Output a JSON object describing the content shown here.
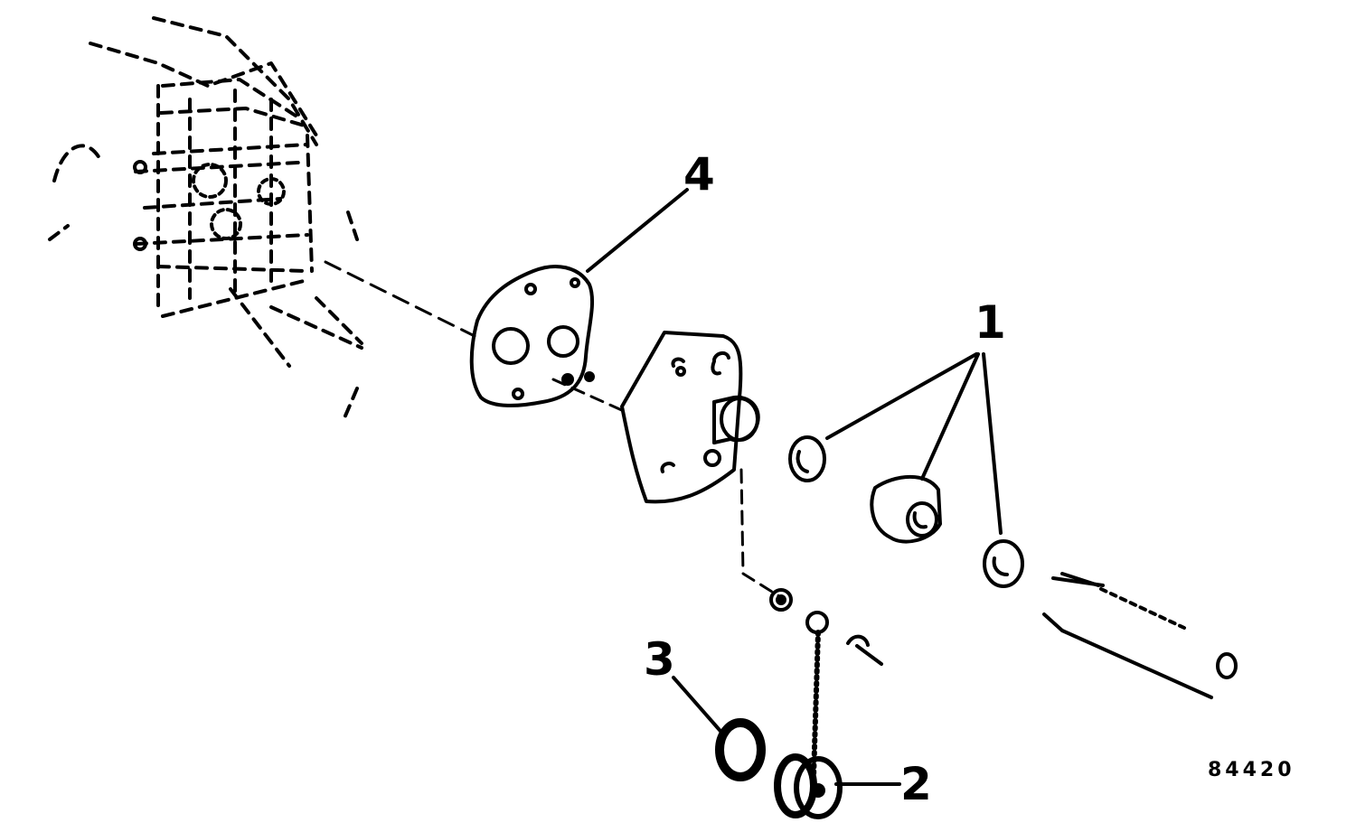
{
  "callouts": {
    "part_1": "1",
    "part_2": "2",
    "part_3": "3",
    "part_4": "4"
  },
  "figure_number": "84420",
  "colors": {
    "ink": "#000000",
    "paper": "#ffffff"
  }
}
